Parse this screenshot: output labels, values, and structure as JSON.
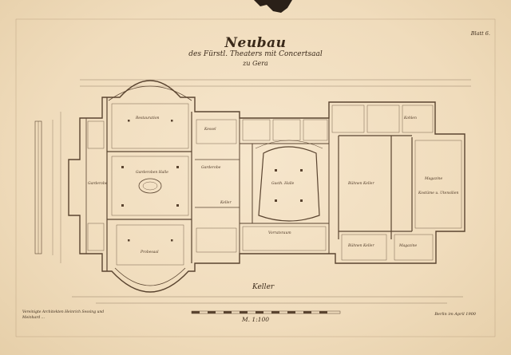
{
  "drawing": {
    "title": "Neubau",
    "subtitle": "des Fürstl. Theaters mit Concertsaal",
    "city": "zu Gera",
    "sheet": "Blatt 6.",
    "floor": "Keller",
    "scale": "M. 1:100",
    "credits": "Vereinigte Architekten Heinrich Sessing und Meinhard ...",
    "date": "Berlin im April 1900"
  },
  "rooms": [
    {
      "label": "Restauration"
    },
    {
      "label": "Garderobe"
    },
    {
      "label": "Kessel"
    },
    {
      "label": "Garderobe"
    },
    {
      "label": "Garderoben Halle"
    },
    {
      "label": "Gasth. Halle"
    },
    {
      "label": "Keller"
    },
    {
      "label": "Vorratsraum"
    },
    {
      "label": "Bühnen Keller"
    },
    {
      "label": "Magazine"
    },
    {
      "label": "Kostüme u. Utensilien"
    },
    {
      "label": "Probesaal"
    },
    {
      "label": "Kohlen"
    },
    {
      "label": "Bühnen Keller"
    },
    {
      "label": "Magazine"
    }
  ],
  "colors": {
    "paper": "#f2dfc0",
    "ink": "#4a3422",
    "wall": "#5a4430"
  }
}
